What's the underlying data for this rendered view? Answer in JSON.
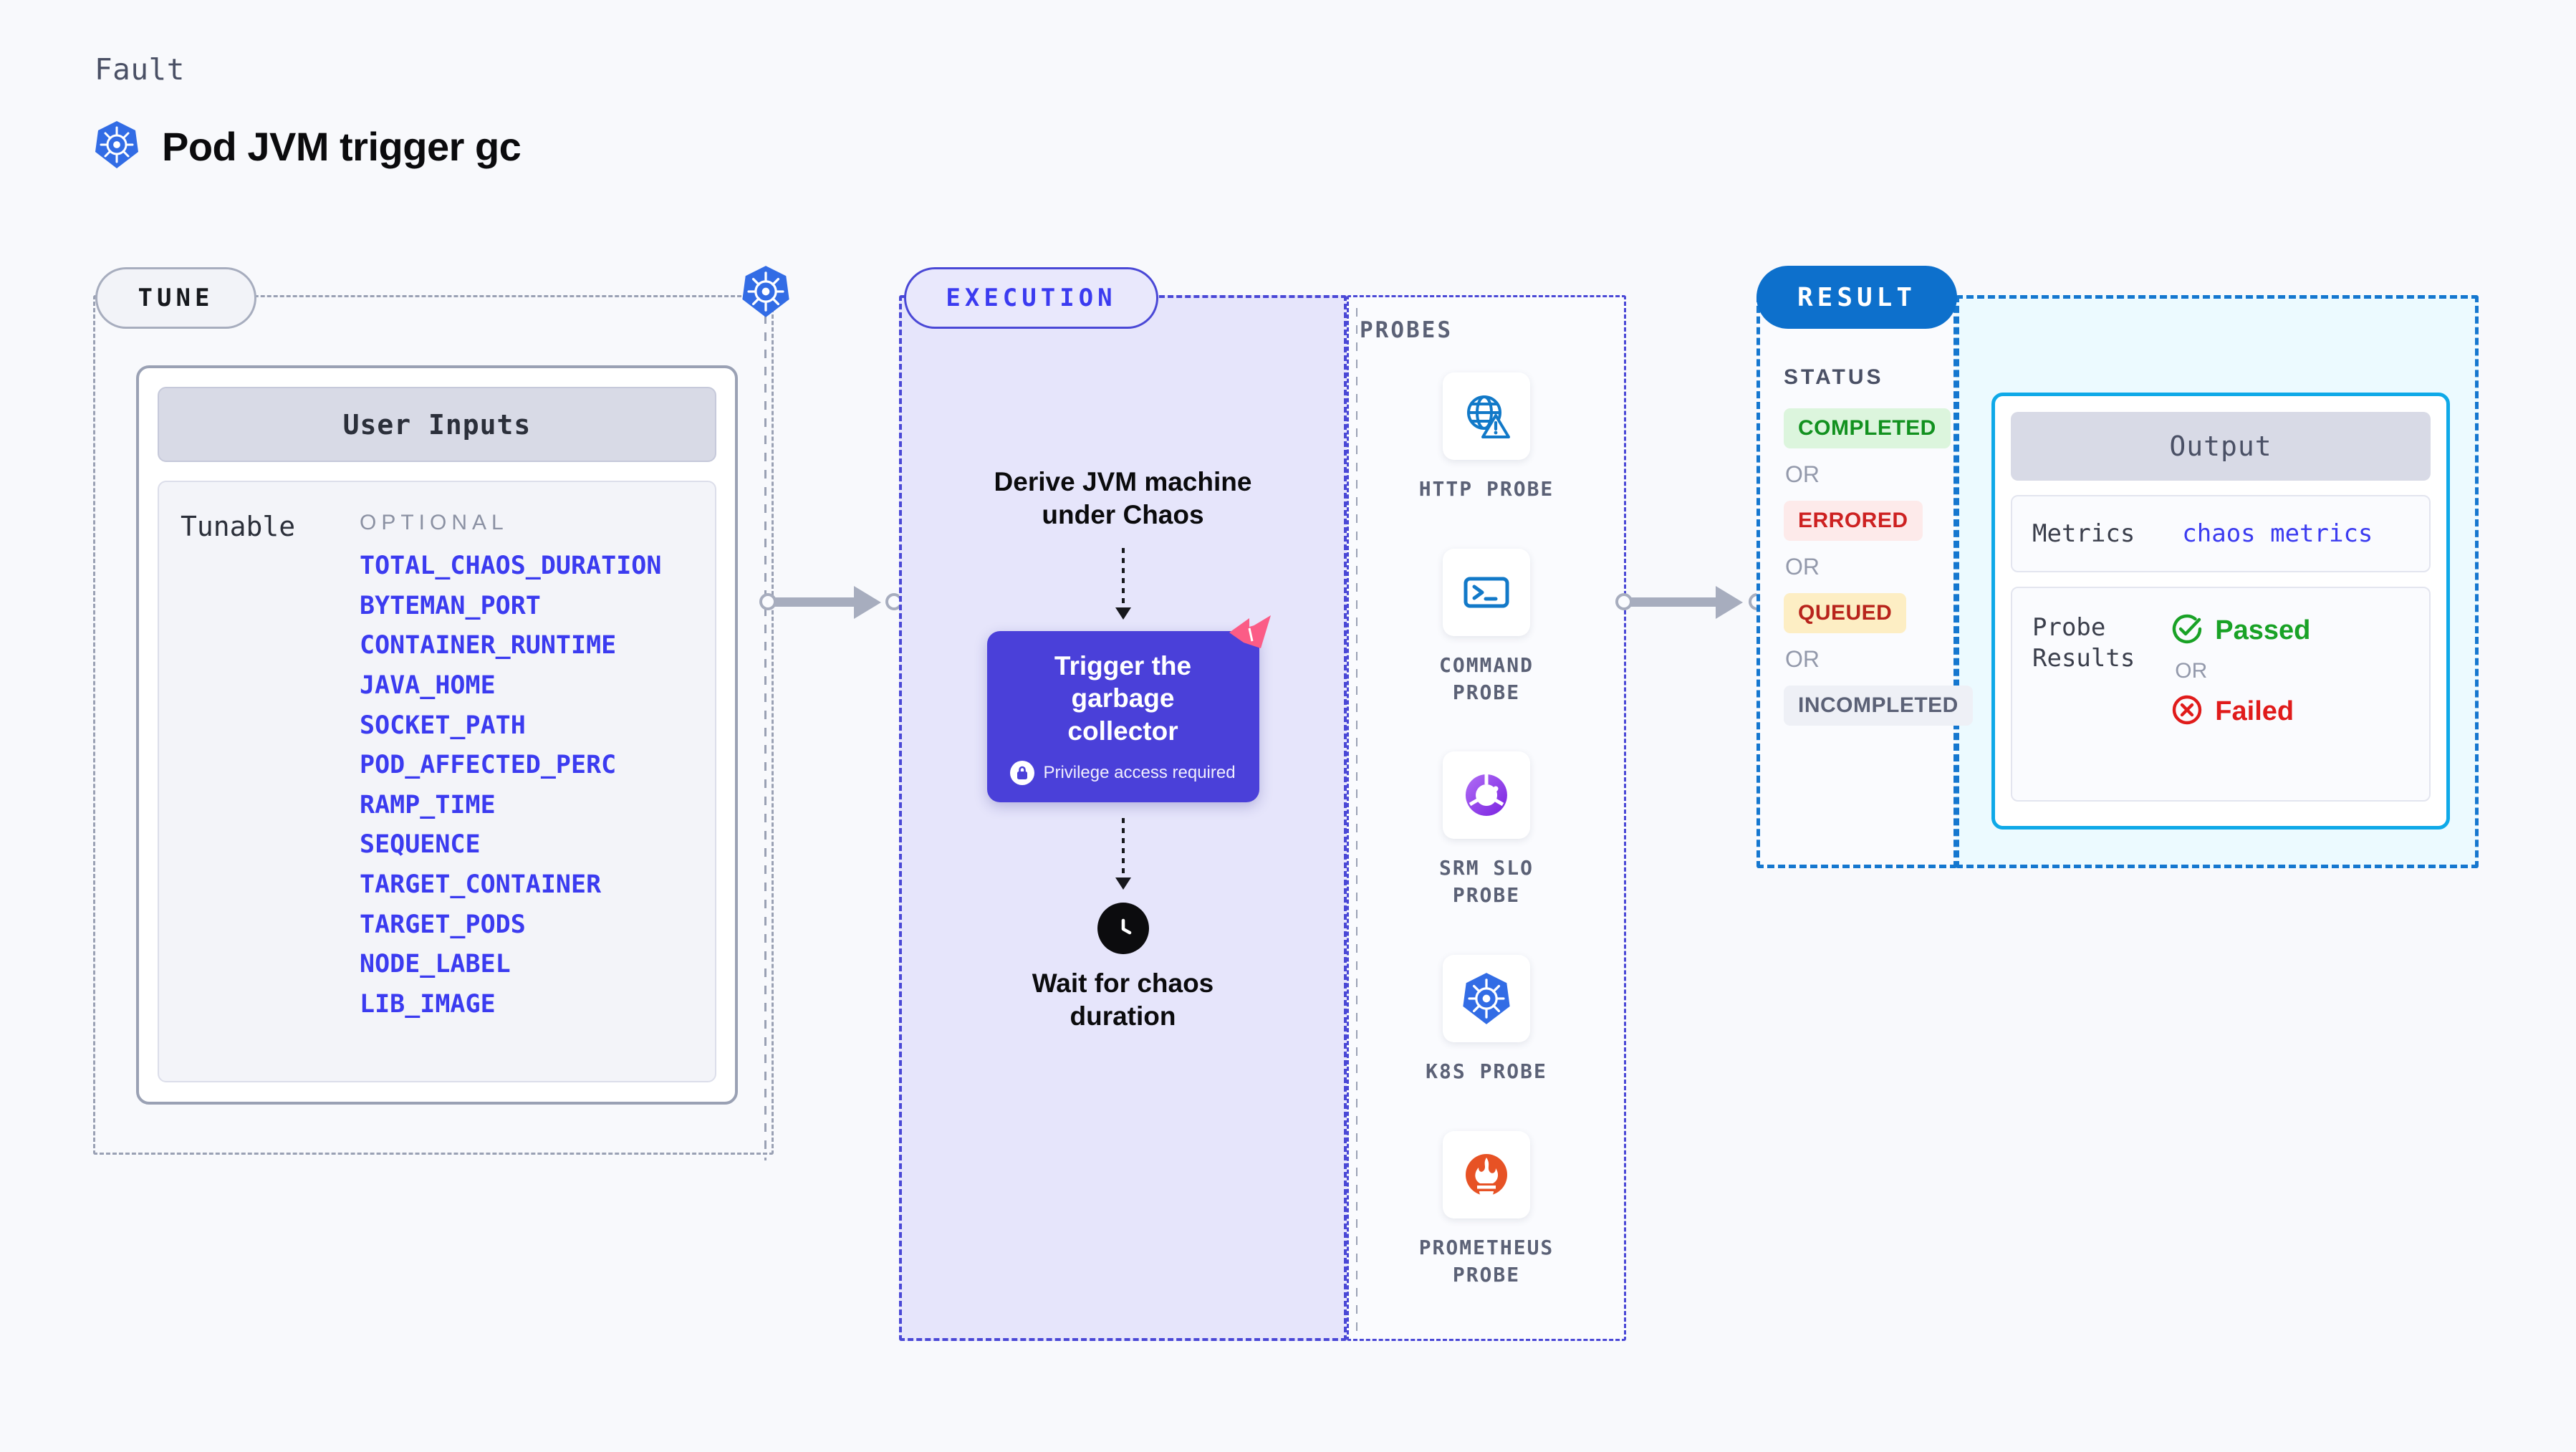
{
  "header": {
    "eyebrow": "Fault",
    "title": "Pod JVM trigger gc",
    "icon": "kubernetes-icon"
  },
  "tune": {
    "chip_label": "TUNE",
    "card_header": "User Inputs",
    "tunable_label": "Tunable",
    "optional_label": "OPTIONAL",
    "hub_icon": "kubernetes-icon",
    "items": [
      "TOTAL_CHAOS_DURATION",
      "BYTEMAN_PORT",
      "CONTAINER_RUNTIME",
      "JAVA_HOME",
      "SOCKET_PATH",
      "POD_AFFECTED_PERC",
      "RAMP_TIME",
      "SEQUENCE",
      "TARGET_CONTAINER",
      "TARGET_PODS",
      "NODE_LABEL",
      "LIB_IMAGE"
    ]
  },
  "execution": {
    "chip_label": "EXECUTION",
    "step_1": "Derive JVM machine\nunder Chaos",
    "action": {
      "title": "Trigger the garbage\ncollector",
      "privilege_note": "Privilege access required",
      "lock_icon": "lock-icon",
      "ribbon_icon": "litmus-ribbon-icon"
    },
    "step_3": "Wait for chaos\nduration",
    "clock_icon": "clock-icon"
  },
  "probes": {
    "title": "PROBES",
    "items": [
      {
        "label": "HTTP  PROBE",
        "icon": "globe-warning-icon"
      },
      {
        "label": "COMMAND\nPROBE",
        "icon": "terminal-icon"
      },
      {
        "label": "SRM  SLO\nPROBE",
        "icon": "slo-donut-check-icon"
      },
      {
        "label": "K8S  PROBE",
        "icon": "kubernetes-icon"
      },
      {
        "label": "PROMETHEUS\nPROBE",
        "icon": "prometheus-icon"
      }
    ]
  },
  "result": {
    "chip_label": "RESULT",
    "status_title": "STATUS",
    "or_label": "OR",
    "statuses": [
      {
        "label": "COMPLETED",
        "bg": "#dcf5dd",
        "fg": "#12911f"
      },
      {
        "label": "ERRORED",
        "bg": "#fdeaea",
        "fg": "#cd2121"
      },
      {
        "label": "QUEUED",
        "bg": "#fdeec4",
        "fg": "#b8241c"
      },
      {
        "label": "INCOMPLETED",
        "bg": "#eef0f6",
        "fg": "#5b6176"
      }
    ],
    "output": {
      "header": "Output",
      "metrics_key": "Metrics",
      "metrics_value": "chaos metrics",
      "probe_results_key": "Probe\nResults",
      "passed_label": "Passed",
      "failed_label": "Failed",
      "or_label": "OR",
      "passed_icon": "check-circle-icon",
      "failed_icon": "x-circle-icon",
      "passed_color": "#19a226",
      "failed_color": "#e01b1b"
    }
  },
  "colors": {
    "accent_blue": "#0d70cc",
    "accent_indigo": "#3b3bf0",
    "execution_fill": "#e6e5fb",
    "result_fill": "#ecfaff",
    "page_bg": "#f8f9fc"
  }
}
